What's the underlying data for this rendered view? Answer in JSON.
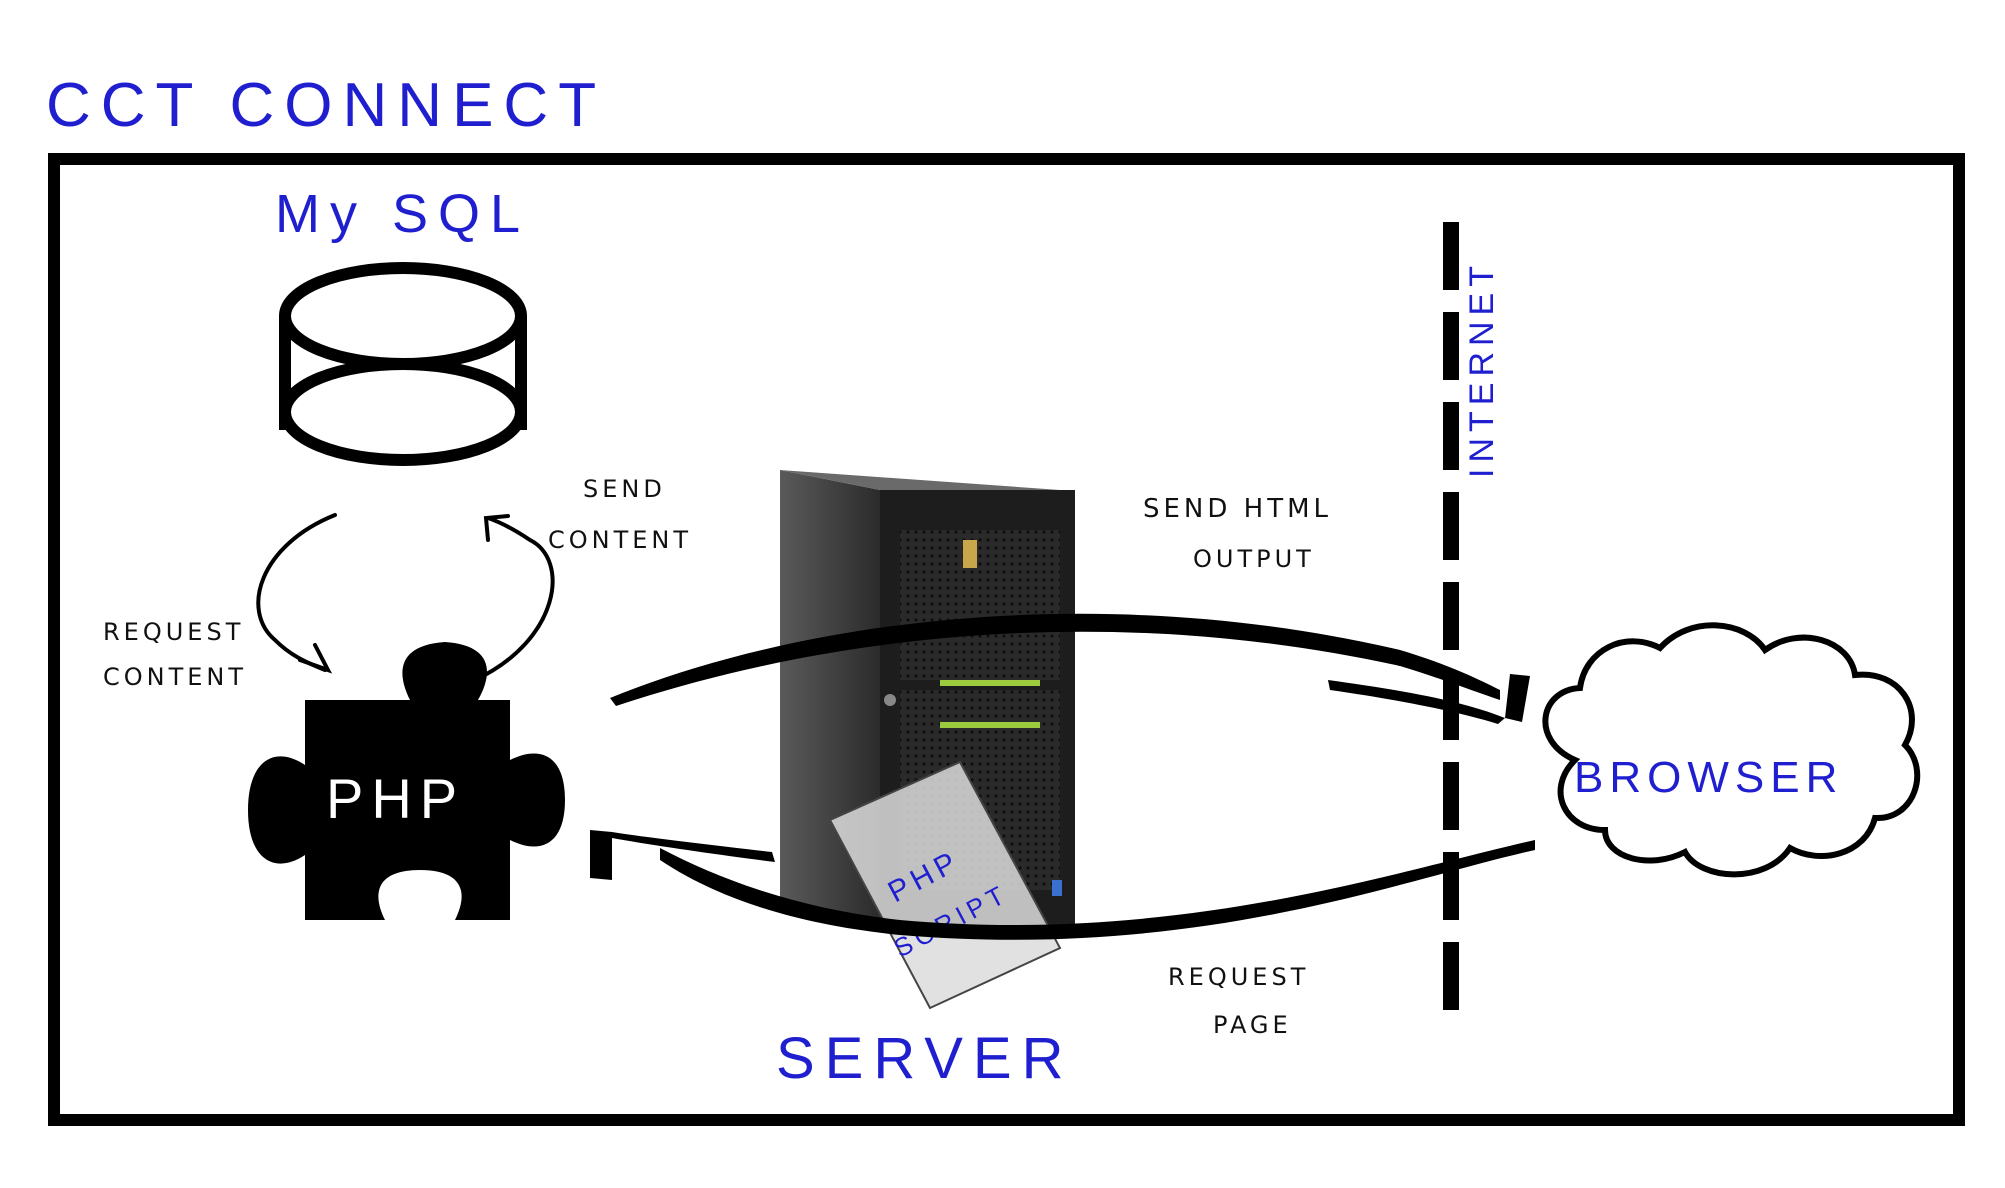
{
  "header": {
    "title": "CCT CONNECT"
  },
  "nodes": {
    "mysql": {
      "label": "My SQL"
    },
    "php": {
      "label": "PHP"
    },
    "server": {
      "label": "SERVER"
    },
    "php_script": {
      "line1": "PHP",
      "line2": "SCRIPT"
    },
    "internet": {
      "label": "INTERNET"
    },
    "browser": {
      "label": "BROWSER"
    }
  },
  "edges": {
    "request_content": {
      "line1": "REQUEST",
      "line2": "CONTENT"
    },
    "send_content": {
      "line1": "SEND",
      "line2": "CONTENT"
    },
    "send_html": {
      "line1": "SEND HTML",
      "line2": "OUTPUT"
    },
    "request_page": {
      "line1": "REQUEST",
      "line2": "PAGE"
    }
  },
  "colors": {
    "title_blue": "#1f1fd0",
    "stroke": "#000000",
    "background": "#ffffff"
  }
}
